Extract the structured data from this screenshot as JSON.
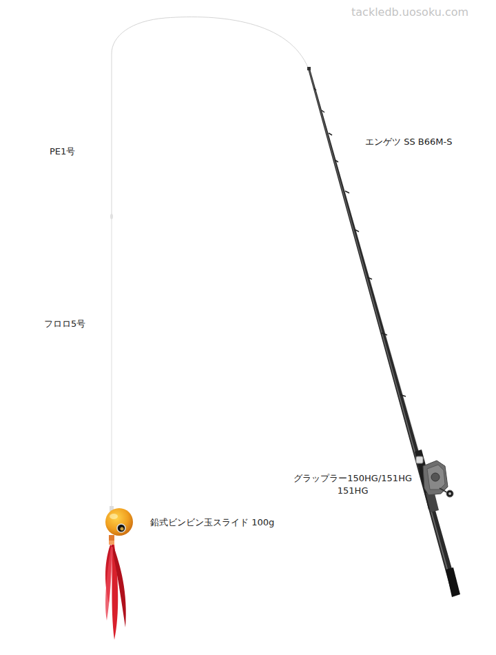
{
  "diagram": {
    "labels": [
      "tackledb.uosoku.com",
      "PE1号",
      "フロロ5号",
      "エンゲツ SS B66M-S",
      "グラップラー150HG/151HG",
      "151HG",
      "鉛式ビンビン玉スライド 100g"
    ]
  }
}
